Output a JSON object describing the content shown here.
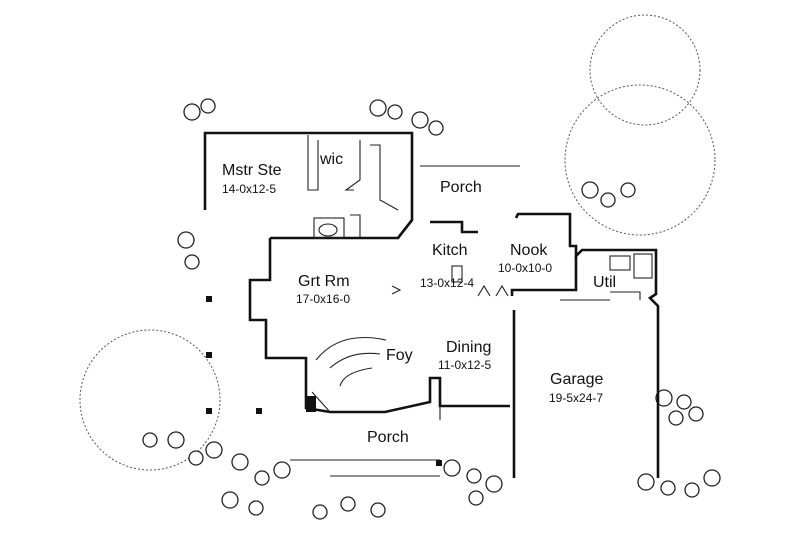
{
  "rooms": {
    "mstr_ste": {
      "name": "Mstr Ste",
      "dim": "14-0x12-5"
    },
    "wic": {
      "name": "wic"
    },
    "porch_rear": {
      "name": "Porch"
    },
    "kitch": {
      "name": "Kitch",
      "dim": "13-0x12-4"
    },
    "nook": {
      "name": "Nook",
      "dim": "10-0x10-0"
    },
    "util": {
      "name": "Util"
    },
    "grt_rm": {
      "name": "Grt Rm",
      "dim": "17-0x16-0"
    },
    "foy": {
      "name": "Foy"
    },
    "dining": {
      "name": "Dining",
      "dim": "11-0x12-5"
    },
    "garage": {
      "name": "Garage",
      "dim": "19-5x24-7"
    },
    "porch_front": {
      "name": "Porch"
    }
  }
}
